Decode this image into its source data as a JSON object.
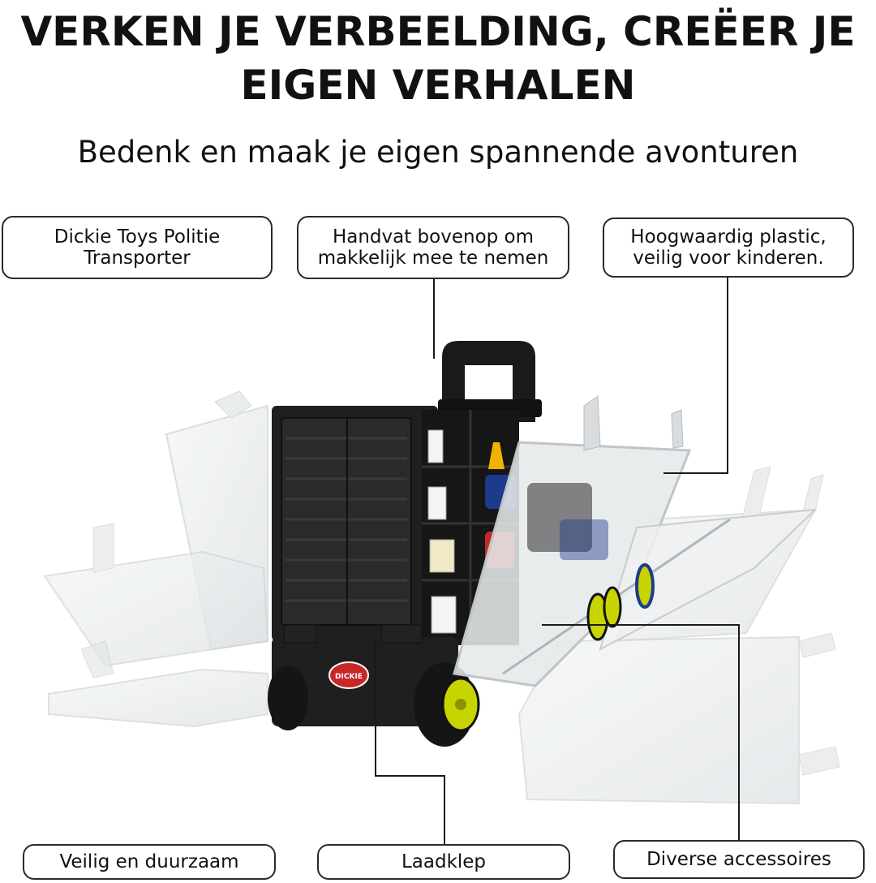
{
  "headline": {
    "line1": "VERKEN JE VERBEELDING, CREËER JE",
    "line2": "EIGEN VERHALEN"
  },
  "subtitle": "Bedenk en maak je eigen spannende avonturen",
  "callouts": {
    "top_left": {
      "line1": "Dickie Toys Politie",
      "line2": "Transporter"
    },
    "top_center": {
      "line1": "Handvat bovenop om",
      "line2": "makkelijk mee te nemen"
    },
    "top_right": {
      "line1": "Hoogwaardig plastic,",
      "line2": "veilig voor kinderen."
    },
    "bottom_left": "Veilig en duurzaam",
    "bottom_center": "Laadklep",
    "bottom_right": "Diverse accessoires"
  },
  "logo_text": "DICKIE",
  "colors": {
    "case_body": "#1a1a1a",
    "wheel_hub": "#c8d400",
    "logo_red": "#c62828",
    "panel": "#e9ecee",
    "leader_line": "#1a1a1a"
  }
}
